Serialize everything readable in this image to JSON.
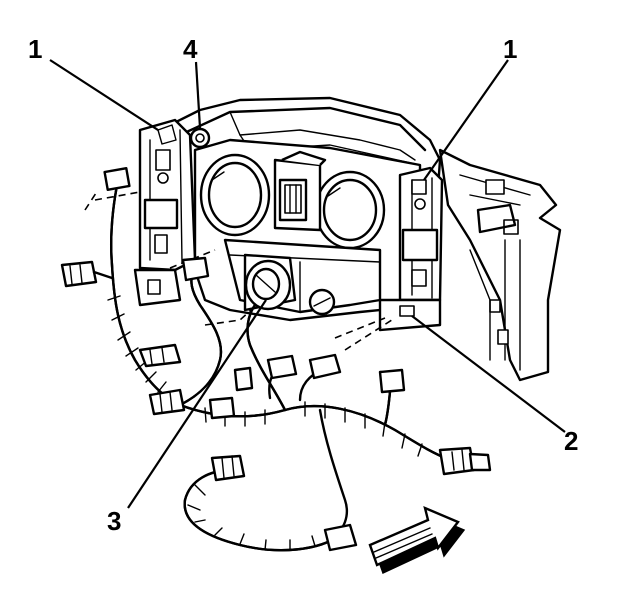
{
  "callouts": [
    {
      "id": "callout-1-left",
      "text": "1"
    },
    {
      "id": "callout-4",
      "text": "4"
    },
    {
      "id": "callout-1-right",
      "text": "1"
    },
    {
      "id": "callout-2",
      "text": "2"
    },
    {
      "id": "callout-3",
      "text": "3"
    }
  ],
  "colors": {
    "line": "#000000",
    "background": "#ffffff"
  }
}
